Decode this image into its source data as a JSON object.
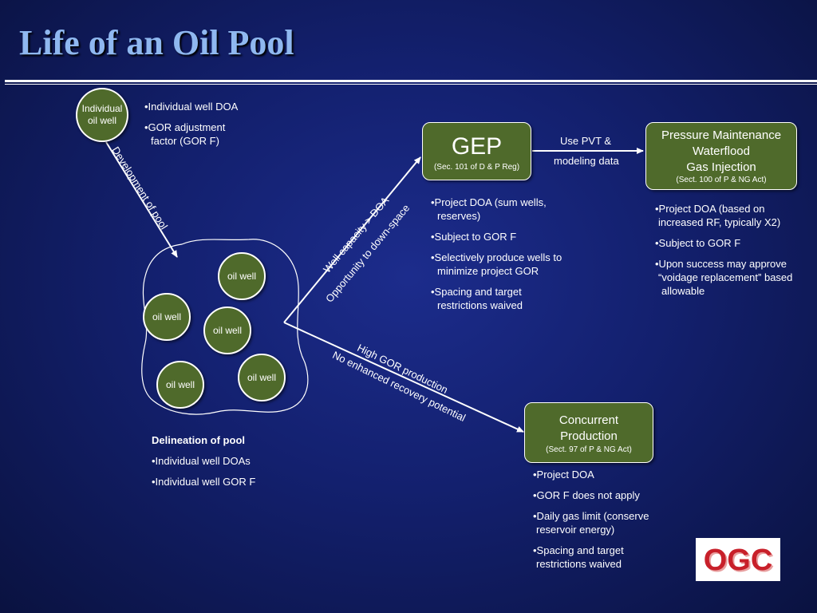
{
  "title": "Life of an Oil Pool",
  "nodes": {
    "individual_well": {
      "line1": "Individual",
      "line2": "oil well"
    },
    "pool_wells": [
      "oil well",
      "oil well",
      "oil well",
      "oil well",
      "oil well"
    ],
    "gep": {
      "title": "GEP",
      "sub": "(Sec. 101 of D & P Reg)"
    },
    "pressure": {
      "line1": "Pressure Maintenance",
      "line2": "Waterflood",
      "line3": "Gas Injection",
      "sub": "(Sect. 100 of P & NG Act)"
    },
    "concurrent": {
      "line1": "Concurrent",
      "line2": "Production",
      "sub": "(Sect. 97 of P & NG Act)"
    }
  },
  "edge_labels": {
    "development": "Development of pool",
    "well_capacity": "Well capacity > DOA",
    "downspace": "Opportunity to down-space",
    "high_gor": "High GOR production",
    "no_enhanced": "No enhanced recovery potential",
    "pvt_line1": "Use PVT &",
    "pvt_line2": "modeling data"
  },
  "notes": {
    "individual": [
      "•Individual well DOA",
      "•GOR adjustment",
      "factor  (GOR F)"
    ],
    "delineation_heading": "Delineation of pool",
    "delineation": [
      "•Individual well DOAs",
      "•Individual well GOR F"
    ],
    "gep": [
      "•Project DOA (sum wells,",
      "reserves)",
      "•Subject to GOR F",
      "•Selectively produce wells to",
      "minimize project GOR",
      "•Spacing and target",
      "restrictions waived"
    ],
    "pressure": [
      "•Project DOA (based on",
      "increased RF, typically X2)",
      "•Subject to GOR F",
      "•Upon success may approve",
      "“voidage replacement” based",
      "allowable"
    ],
    "concurrent": [
      "•Project DOA",
      "•GOR F does not apply",
      "•Daily gas limit  (conserve",
      "reservoir energy)",
      "•Spacing and target",
      "restrictions waived"
    ]
  },
  "logo": {
    "text": "OGC",
    "color": "#c8202a"
  },
  "colors": {
    "node_fill": "#4f6a2b",
    "title": "#8fb8f0",
    "background": "#13206e"
  }
}
